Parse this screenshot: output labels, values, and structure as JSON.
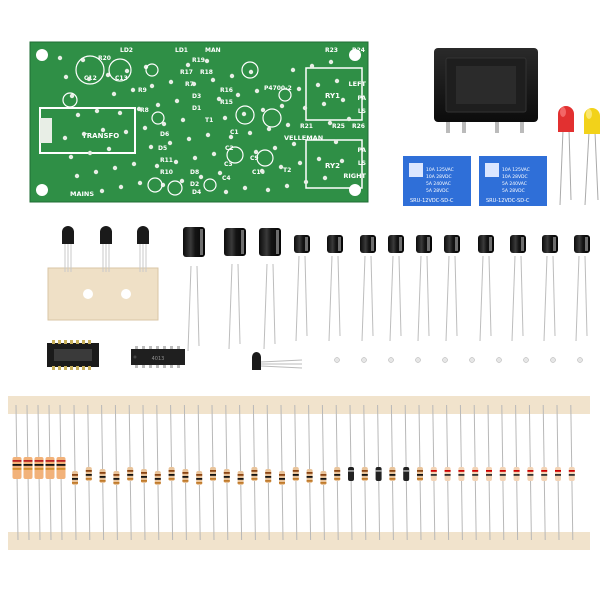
{
  "scene": "electronic kit parts photo",
  "pcb": {
    "brand": "VELLEMAN",
    "mains_label": "MAINS",
    "transformer_label": "TRANSFO",
    "relay1_label": "RY1",
    "relay2_label": "RY2",
    "left_label": "LEFT",
    "right_label": "RIGHT",
    "pa_label": "PA",
    "ls_label": "LS",
    "man_label": "MAN",
    "part_code": "P4700-2",
    "refs": [
      "R20",
      "LD2",
      "LD1",
      "R19",
      "R17",
      "R18",
      "R7",
      "D3",
      "D1",
      "R16",
      "R15",
      "T1",
      "R23",
      "R24",
      "C12",
      "C13",
      "R21",
      "R25",
      "R26",
      "D6",
      "D5",
      "R11",
      "R10",
      "C1",
      "C2",
      "C3",
      "C4",
      "C9",
      "C10",
      "R9",
      "R8",
      "D8",
      "D2",
      "D4",
      "T2"
    ],
    "colors": {
      "board": "#2f8f46",
      "silk": "#ffffff",
      "pads": "#e8eee6"
    }
  },
  "relay": {
    "model_line": "SRU-12VDC-SD-C",
    "rating_1": "10A 125VAC",
    "rating_2": "10A 28VDC",
    "rating_3": "5A 240VAC",
    "rating_4": "5A 28VDC",
    "color": "#2f6fd8"
  },
  "leds": [
    {
      "color": "#e23030"
    },
    {
      "color": "#f2d21a"
    }
  ],
  "transformer": {
    "color": "#151515"
  },
  "ic": {
    "marking": "4013"
  },
  "resistors": {
    "tape_color": "#f1e3cc"
  },
  "counts": {
    "transistors": 3,
    "capacitors": 13,
    "pins": 10,
    "resistor_strip_items": 42
  }
}
